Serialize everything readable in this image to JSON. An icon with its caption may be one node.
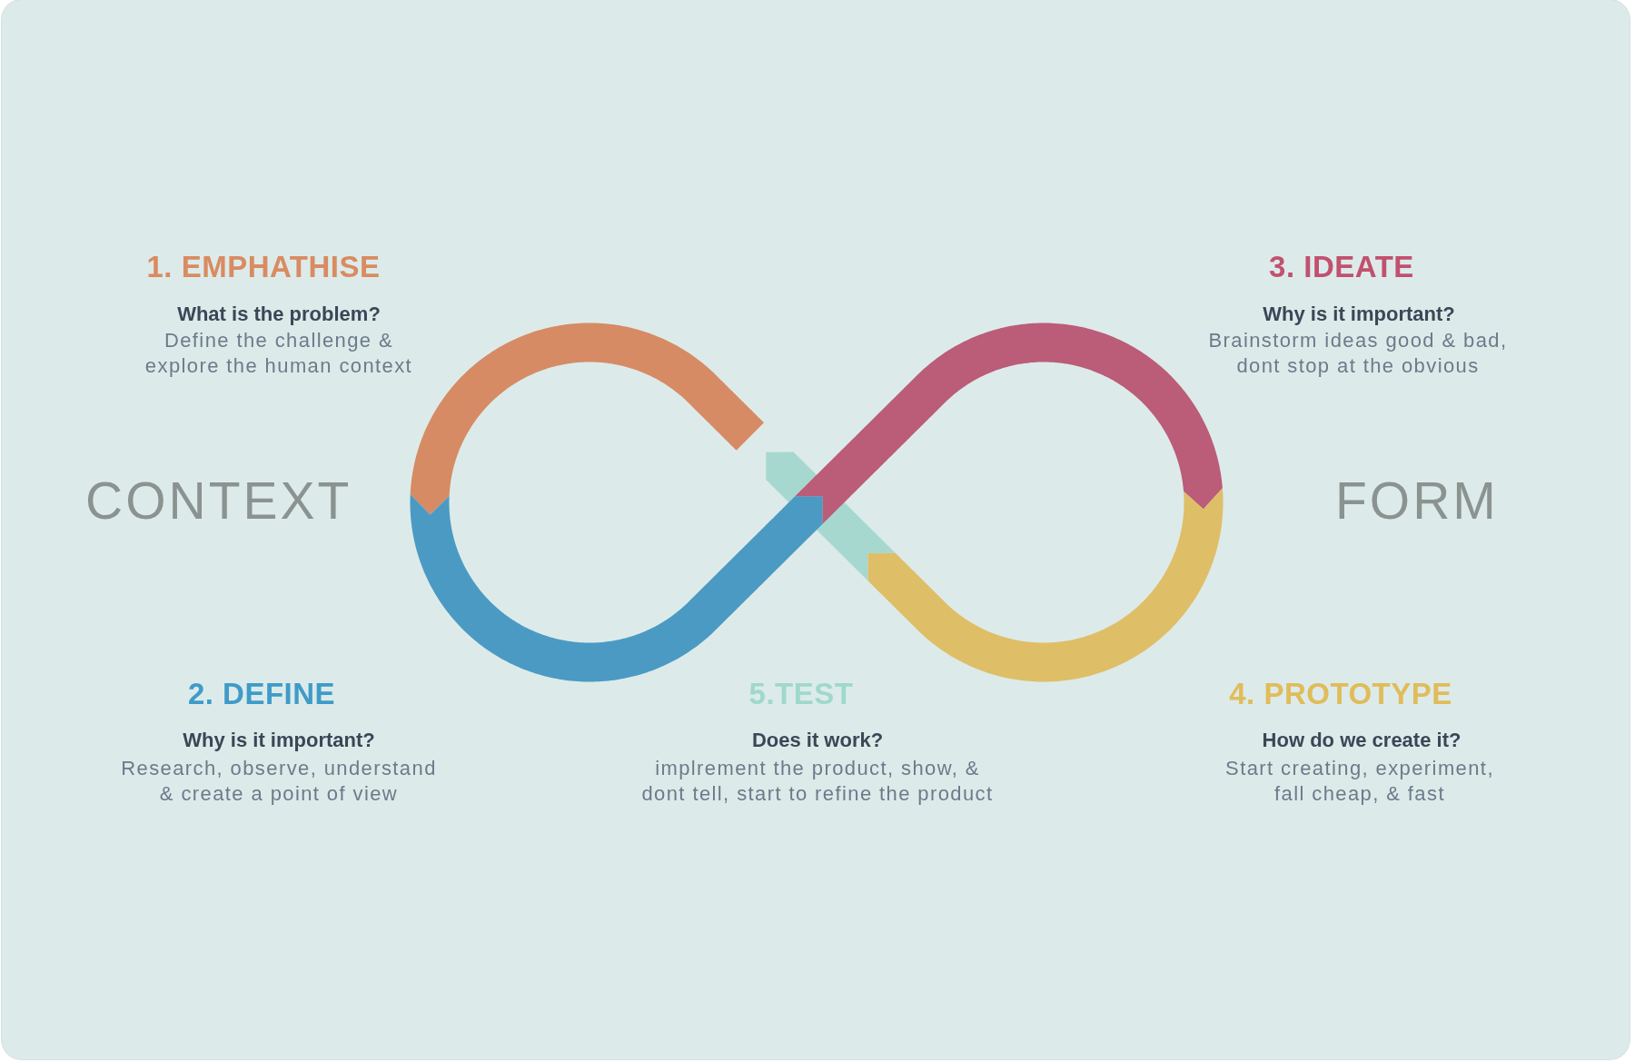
{
  "diagram": {
    "labels": [
      "1. EMPHATHISE",
      "What is the problem?",
      "Define the challenge & explore the human context",
      "3. IDEATE",
      "Why is it important?",
      "Brainstorm ideas good & bad, dont stop at the obvious",
      "CONTEXT",
      "FORM",
      "2. DEFINE",
      "Why is it important?",
      "Research, observe, understand & create a point of view",
      "5.TEST",
      "Does it work?",
      "implrement the product, show, & dont tell, start to refine the product",
      "4. PROTOTYPE",
      "How do we create it?",
      "Start creating, experiment, fall cheap, & fast"
    ]
  }
}
